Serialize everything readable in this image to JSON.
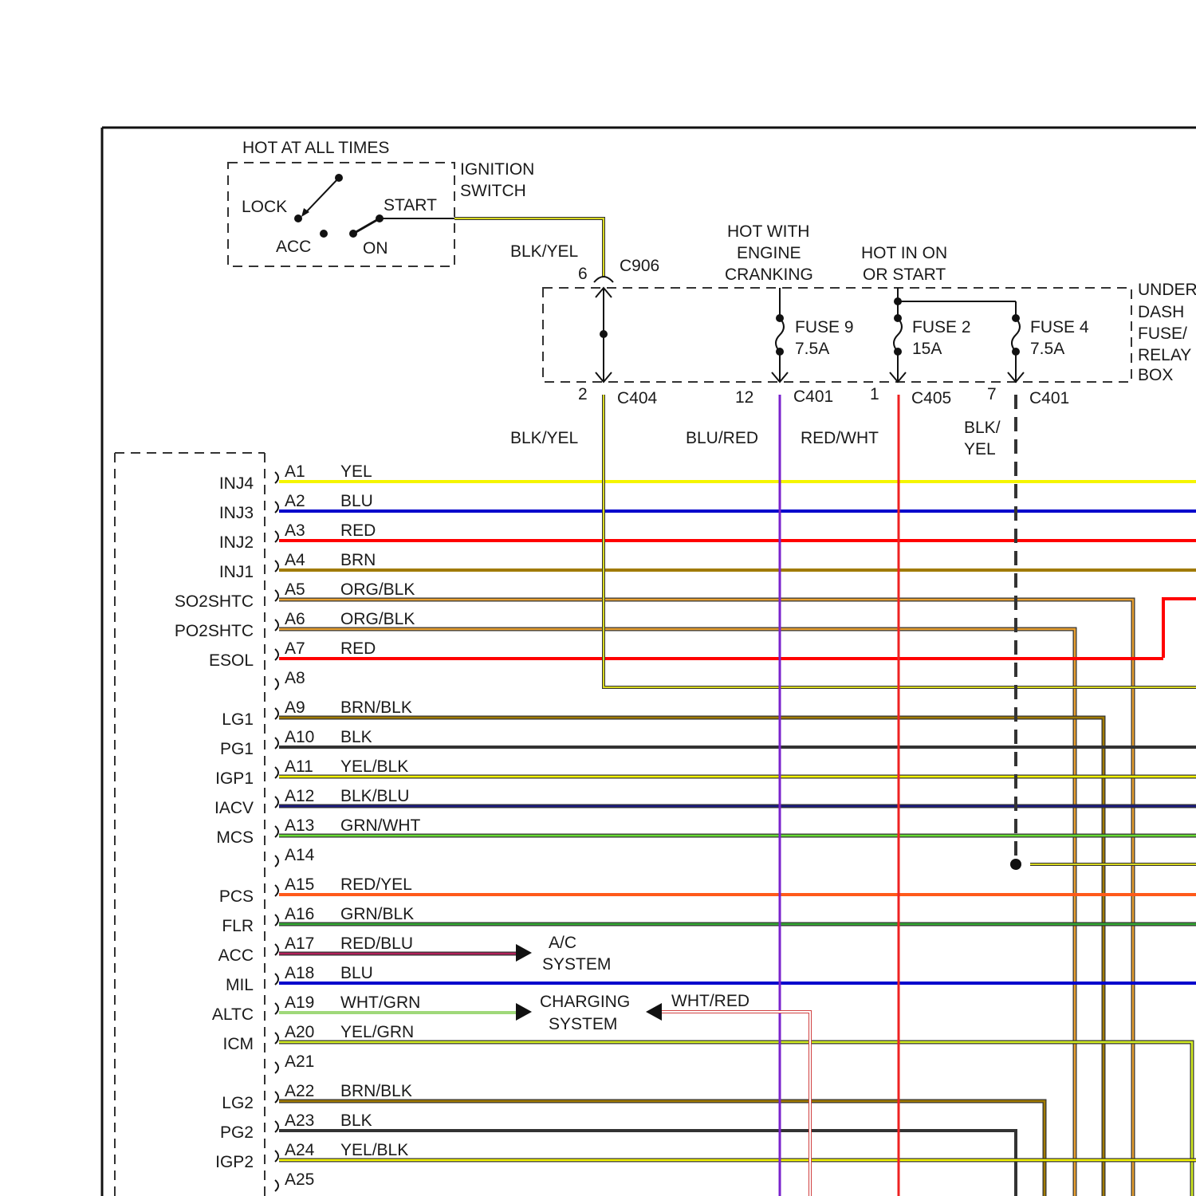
{
  "ignition_switch": {
    "header": "HOT AT ALL TIMES",
    "name_line1": "IGNITION",
    "name_line2": "SWITCH",
    "positions": [
      "LOCK",
      "START",
      "ACC",
      "ON"
    ]
  },
  "top_wires": {
    "switch_out": "BLK/YEL",
    "c906_pin": "6",
    "c906": "C906"
  },
  "fuse_box": {
    "name_lines": [
      "UNDER",
      "DASH",
      "FUSE/",
      "RELAY",
      "BOX"
    ],
    "hot_with_cranking": [
      "HOT WITH",
      "ENGINE",
      "CRANKING"
    ],
    "hot_on_start": [
      "HOT IN ON",
      "OR START"
    ],
    "fuses": [
      {
        "name": "FUSE 9",
        "rating": "7.5A"
      },
      {
        "name": "FUSE 2",
        "rating": "15A"
      },
      {
        "name": "FUSE 4",
        "rating": "7.5A"
      }
    ],
    "connectors": [
      {
        "pin": "2",
        "name": "C404"
      },
      {
        "pin": "12",
        "name": "C401"
      },
      {
        "pin": "1",
        "name": "C405"
      },
      {
        "pin": "7",
        "name": "C401"
      }
    ],
    "out_wires": [
      "BLK/YEL",
      "BLU/RED",
      "RED/WHT",
      "BLK/",
      "YEL"
    ]
  },
  "ecm_pins": [
    {
      "pin": "A1",
      "signal": "INJ4",
      "wire": "YEL",
      "color": "#f5f500"
    },
    {
      "pin": "A2",
      "signal": "INJ3",
      "wire": "BLU",
      "color": "#0000cc"
    },
    {
      "pin": "A3",
      "signal": "INJ2",
      "wire": "RED",
      "color": "#ff0000"
    },
    {
      "pin": "A4",
      "signal": "INJ1",
      "wire": "BRN",
      "color": "#a07a00"
    },
    {
      "pin": "A5",
      "signal": "SO2SHTC",
      "wire": "ORG/BLK",
      "color": "#e8a030"
    },
    {
      "pin": "A6",
      "signal": "PO2SHTC",
      "wire": "ORG/BLK",
      "color": "#e8a030"
    },
    {
      "pin": "A7",
      "signal": "ESOL",
      "wire": "RED",
      "color": "#ff0000"
    },
    {
      "pin": "A8",
      "signal": "",
      "wire": "",
      "color": ""
    },
    {
      "pin": "A9",
      "signal": "LG1",
      "wire": "BRN/BLK",
      "color": "#a07a00"
    },
    {
      "pin": "A10",
      "signal": "PG1",
      "wire": "BLK",
      "color": "#333333"
    },
    {
      "pin": "A11",
      "signal": "IGP1",
      "wire": "YEL/BLK",
      "color": "#f5f500"
    },
    {
      "pin": "A12",
      "signal": "IACV",
      "wire": "BLK/BLU",
      "color": "#1a1a80"
    },
    {
      "pin": "A13",
      "signal": "MCS",
      "wire": "GRN/WHT",
      "color": "#66dd33"
    },
    {
      "pin": "A14",
      "signal": "",
      "wire": "",
      "color": ""
    },
    {
      "pin": "A15",
      "signal": "PCS",
      "wire": "RED/YEL",
      "color": "#ff5a1a"
    },
    {
      "pin": "A16",
      "signal": "FLR",
      "wire": "GRN/BLK",
      "color": "#33aa33"
    },
    {
      "pin": "A17",
      "signal": "ACC",
      "wire": "RED/BLU",
      "color": "#b3205a"
    },
    {
      "pin": "A18",
      "signal": "MIL",
      "wire": "BLU",
      "color": "#0000cc"
    },
    {
      "pin": "A19",
      "signal": "ALTC",
      "wire": "WHT/GRN",
      "color": "#9fd87a"
    },
    {
      "pin": "A20",
      "signal": "ICM",
      "wire": "YEL/GRN",
      "color": "#d4ee22"
    },
    {
      "pin": "A21",
      "signal": "",
      "wire": "",
      "color": ""
    },
    {
      "pin": "A22",
      "signal": "LG2",
      "wire": "BRN/BLK",
      "color": "#a07a00"
    },
    {
      "pin": "A23",
      "signal": "PG2",
      "wire": "BLK",
      "color": "#333333"
    },
    {
      "pin": "A24",
      "signal": "IGP2",
      "wire": "YEL/BLK",
      "color": "#f5f500"
    },
    {
      "pin": "A25",
      "signal": "",
      "wire": "",
      "color": ""
    }
  ],
  "destinations": {
    "ac_line1": "A/C",
    "ac_line2": "SYSTEM",
    "chg_line1": "CHARGING",
    "chg_line2": "SYSTEM",
    "chg_wire": "WHT/RED"
  },
  "colors": {
    "blk_yel": "#d8d820",
    "blu_red": "#7a22cc",
    "red_wht": "#ee2222",
    "wht_red": "#f09090"
  }
}
